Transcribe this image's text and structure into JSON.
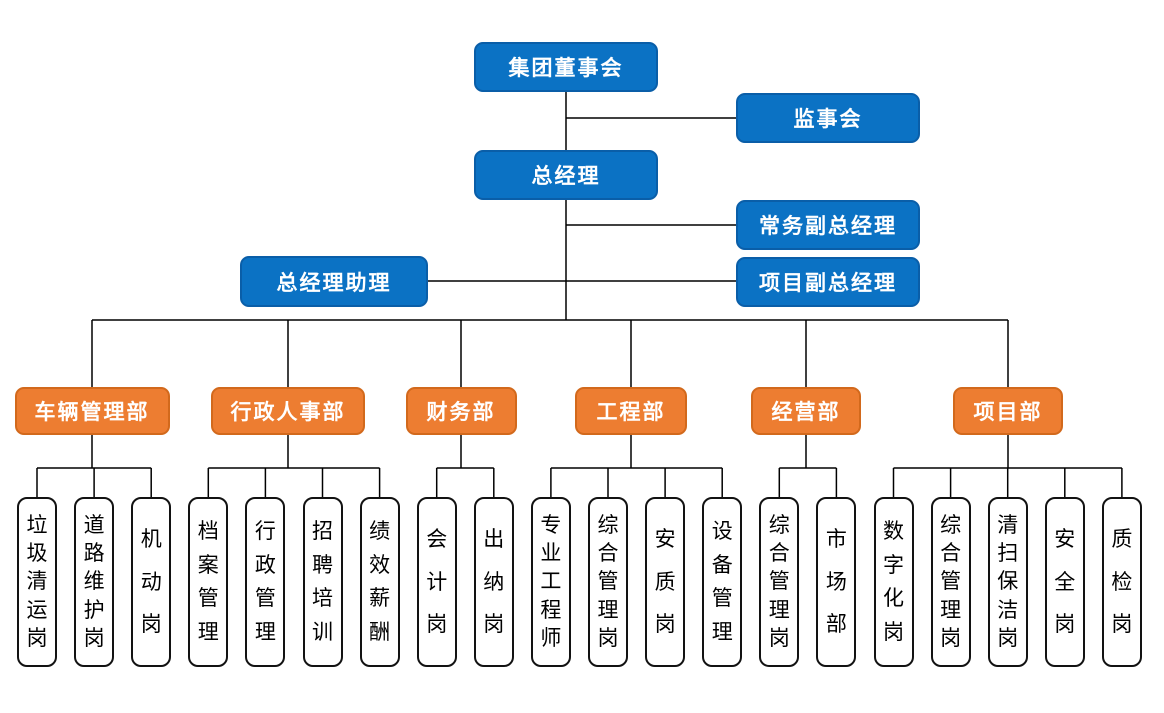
{
  "palette": {
    "node_blue": "#0B72C4",
    "node_blue_border": "#0A5EA8",
    "node_orange": "#ED7D31",
    "node_orange_border": "#D2691C",
    "line_color": "#000000",
    "node_text": "#FFFFFF",
    "position_text": "#000000",
    "background": "#FFFFFF"
  },
  "top_nodes": {
    "board": {
      "label": "集团董事会"
    },
    "supervisory_board": {
      "label": "监事会"
    },
    "general_manager": {
      "label": "总经理"
    },
    "executive_deputy_gm": {
      "label": "常务副总经理"
    },
    "gm_assistant": {
      "label": "总经理助理"
    },
    "project_deputy_gm": {
      "label": "项目副总经理"
    }
  },
  "departments": [
    {
      "label": "车辆管理部",
      "positions": [
        "垃圾清运岗",
        "道路维护岗",
        "机动岗"
      ]
    },
    {
      "label": "行政人事部",
      "positions": [
        "档案管理",
        "行政管理",
        "招聘培训",
        "绩效薪酬"
      ]
    },
    {
      "label": "财务部",
      "positions": [
        "会计岗",
        "出纳岗"
      ]
    },
    {
      "label": "工程部",
      "positions": [
        "专业工程师",
        "综合管理岗",
        "安质岗",
        "设备管理"
      ]
    },
    {
      "label": "经营部",
      "positions": [
        "综合管理岗",
        "市场部"
      ]
    },
    {
      "label": "项目部",
      "positions": [
        "数字化岗",
        "综合管理岗",
        "清扫保洁岗",
        "安全岗",
        "质检岗"
      ]
    }
  ]
}
